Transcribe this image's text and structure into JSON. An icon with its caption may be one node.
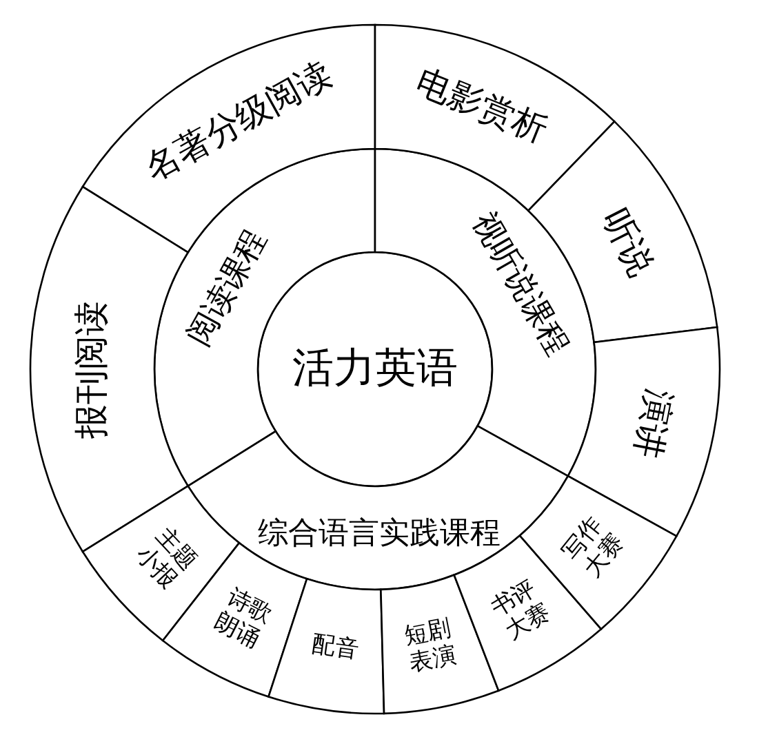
{
  "diagram": {
    "nodes": [
      {
        "text": [
          "活力英语"
        ]
      },
      {
        "text": [
          "阅读课程"
        ]
      },
      {
        "text": [
          "视听说课程"
        ]
      },
      {
        "text": [
          "综合语言实践课程"
        ]
      },
      {
        "text": [
          "名著分级阅读"
        ]
      },
      {
        "text": [
          "电影赏析"
        ]
      },
      {
        "text": [
          "听说"
        ]
      },
      {
        "text": [
          "报刊阅读"
        ]
      },
      {
        "text": [
          "演讲"
        ]
      },
      {
        "text": [
          "主题小报"
        ]
      },
      {
        "text": [
          "诗歌朗诵"
        ]
      },
      {
        "text": [
          "配音"
        ]
      },
      {
        "text": [
          "短剧表演"
        ]
      },
      {
        "text": [
          "书评大赛"
        ]
      },
      {
        "text": [
          "写作大赛"
        ]
      }
    ]
  }
}
